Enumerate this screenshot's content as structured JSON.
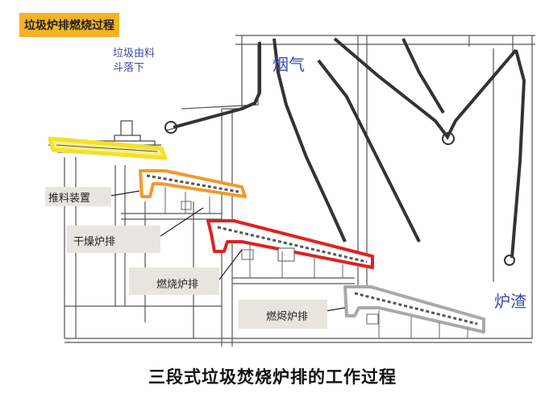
{
  "header": {
    "title": "垃圾炉排燃烧过程"
  },
  "labels": {
    "feed_hopper": "垃圾由料\n斗落下",
    "flue_gas": "烟气",
    "slag": "炉渣",
    "pusher": "推料装置",
    "drying_grate": "干燥炉排",
    "combustion_grate": "燃烧炉排",
    "burnout_grate": "燃烬炉排"
  },
  "caption": "三段式垃圾焚烧炉排的工作过程",
  "colors": {
    "pusher_highlight": "#f2e02a",
    "drying_highlight": "#f39a2c",
    "combustion_highlight": "#e02121",
    "burnout_highlight": "#a9a9a9",
    "badge": "#f5b324",
    "label_box": "#e7e5de",
    "blue_text": "#3b49a6"
  }
}
